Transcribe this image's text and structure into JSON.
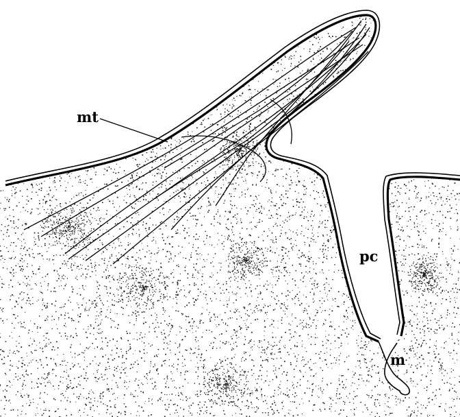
{
  "figure": {
    "labels": {
      "mt": "mt",
      "pc": "pc",
      "m": "m"
    },
    "colors": {
      "ink": "#000000",
      "background": "#ffffff",
      "stipple": "#1a1a1a"
    }
  }
}
